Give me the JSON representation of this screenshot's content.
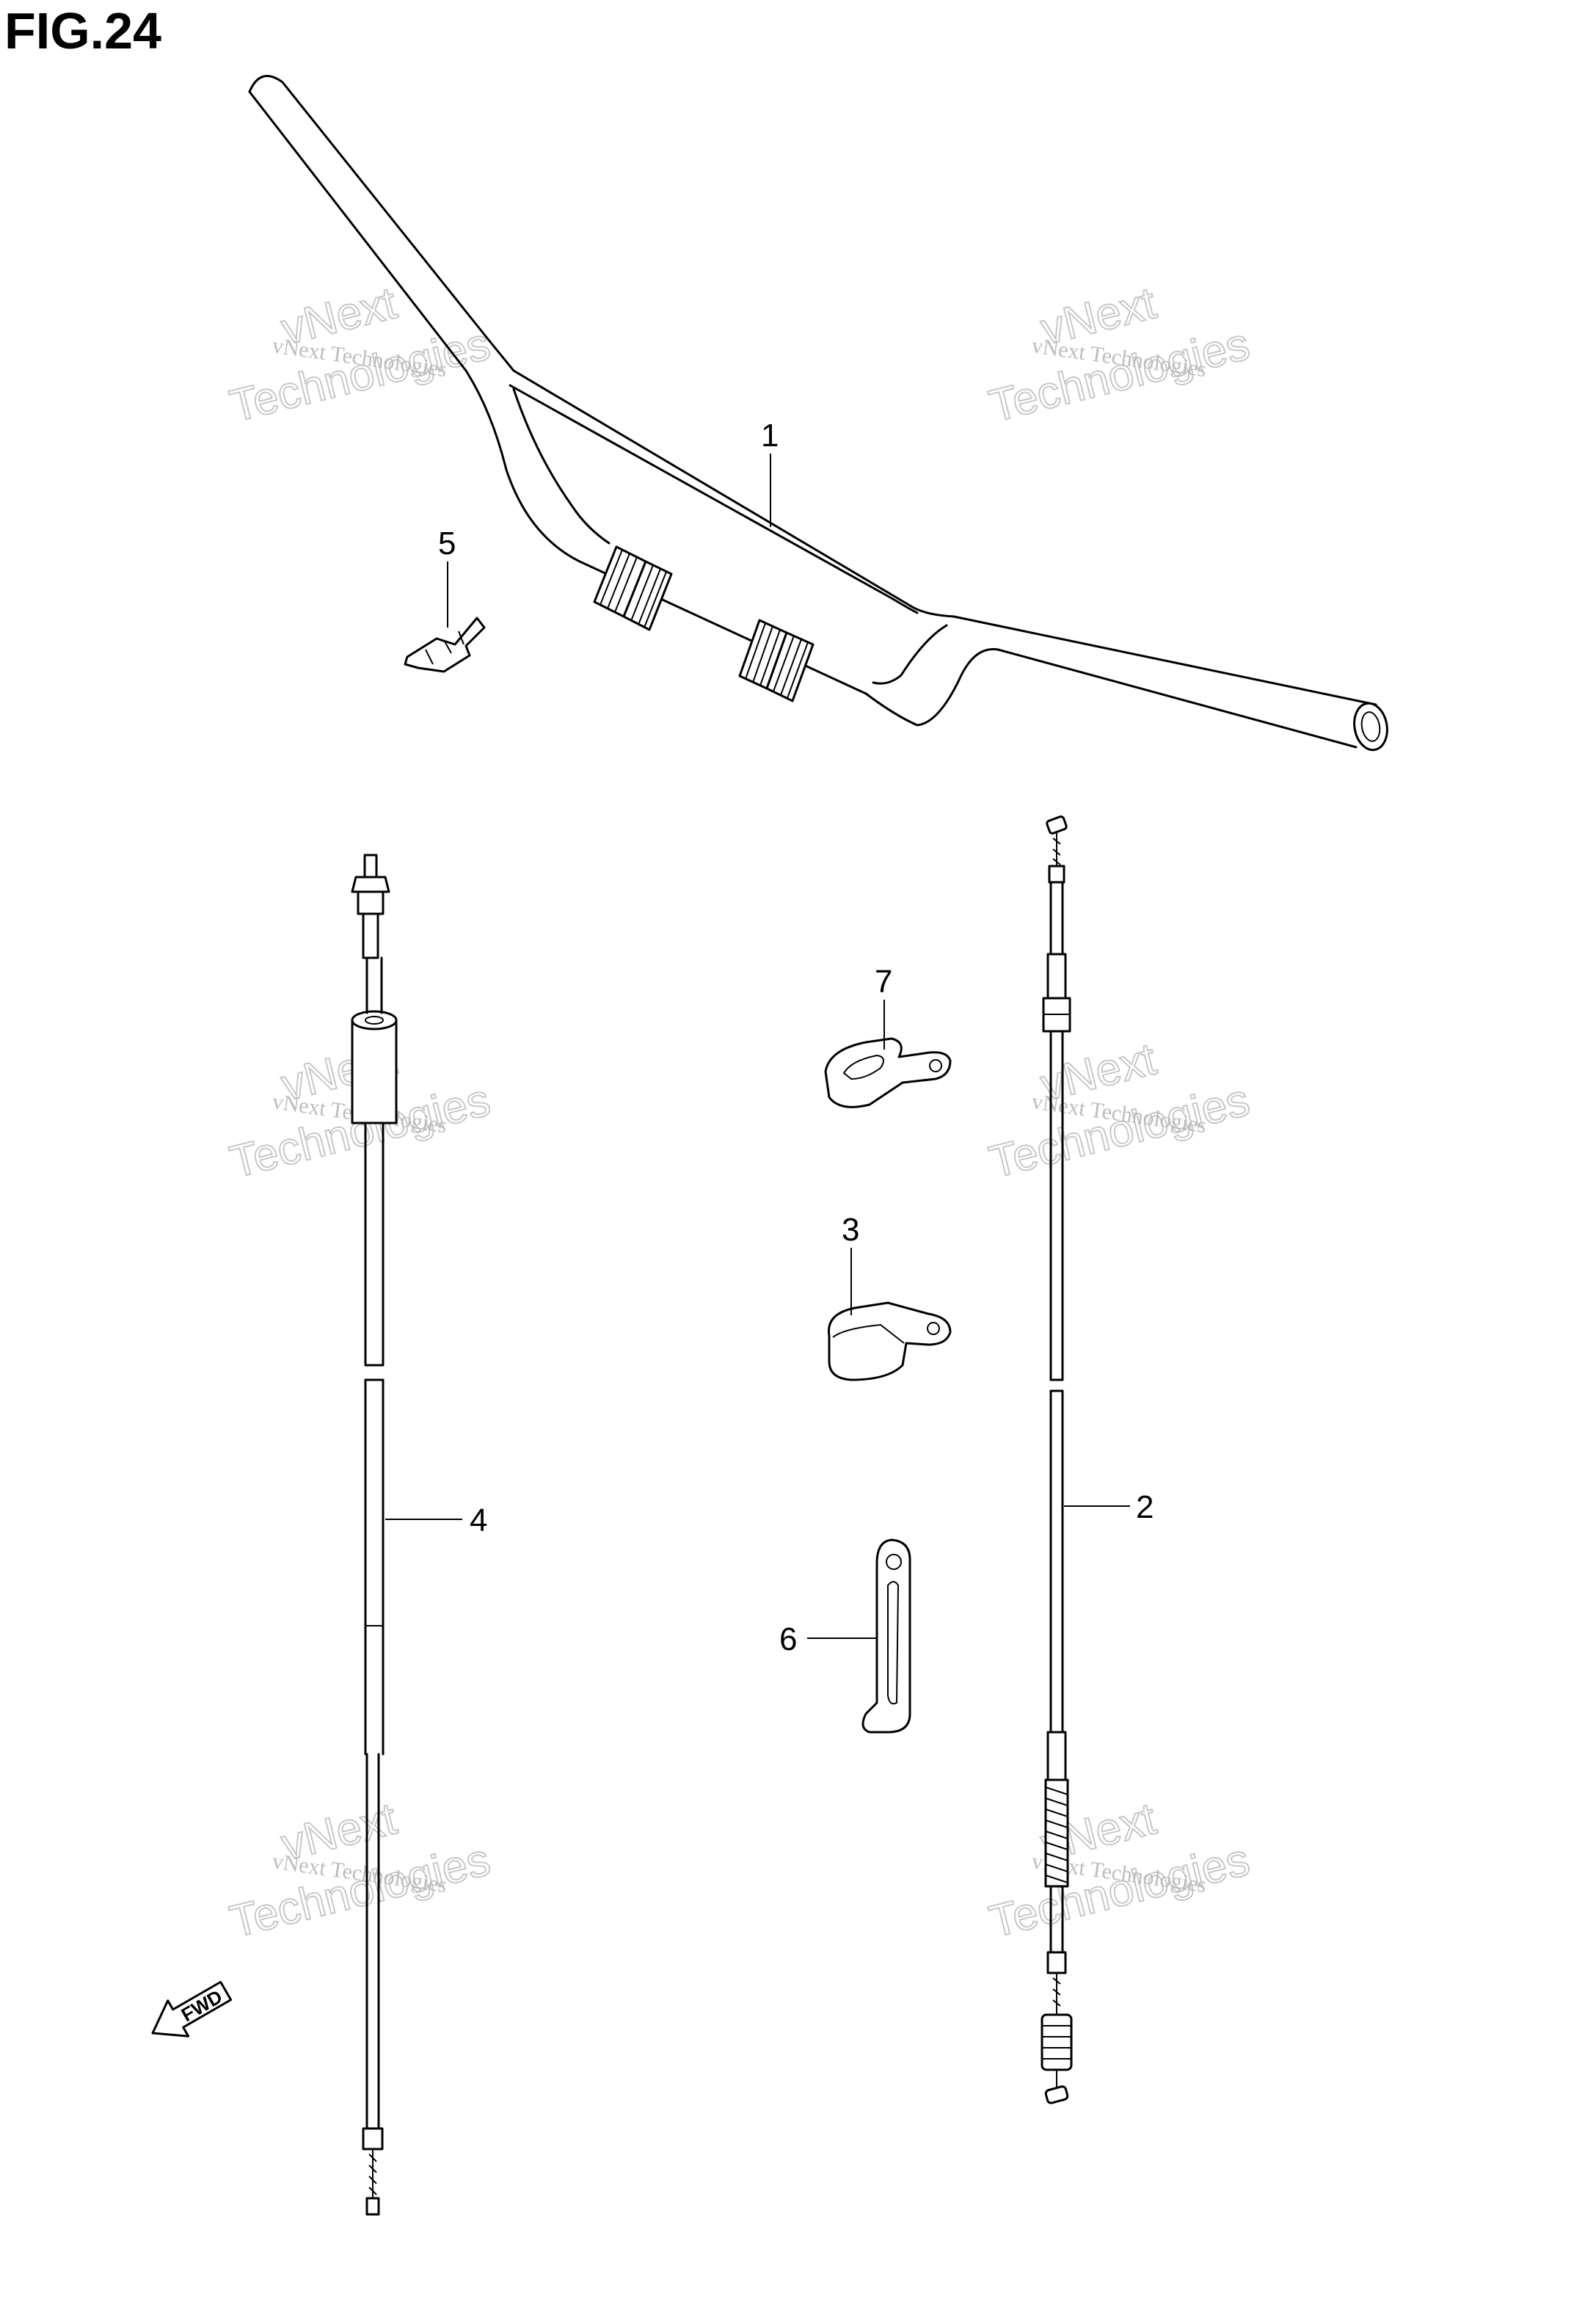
{
  "figure": {
    "title": "FIG.24"
  },
  "callouts": [
    {
      "id": "1",
      "label": "1"
    },
    {
      "id": "2",
      "label": "2"
    },
    {
      "id": "3",
      "label": "3"
    },
    {
      "id": "4",
      "label": "4"
    },
    {
      "id": "5",
      "label": "5"
    },
    {
      "id": "6",
      "label": "6"
    },
    {
      "id": "7",
      "label": "7"
    }
  ],
  "direction_arrow": {
    "label": "FWD",
    "icon": "fwd-arrow-icon"
  },
  "watermark": {
    "line1": "vNext Technologies",
    "line2": "vNext",
    "line3": "Technologies"
  }
}
